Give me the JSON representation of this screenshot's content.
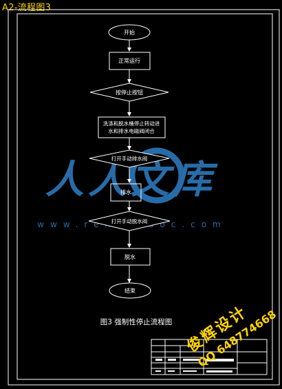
{
  "sheet_title": "A2-流程图3",
  "flow": {
    "start": "开始",
    "normal_run": "正常运行",
    "press_stop": "按停止按钮",
    "stop_step": "洗涤和脱水桶停止转动进水和排水电磁阀闭合",
    "open_drain": "打开手动排水阀",
    "drain": "排水",
    "open_spin": "打开手动脱水阀",
    "spin": "脱水",
    "end": "结束"
  },
  "caption": "图3 强制性停止流程图",
  "watermark": {
    "brand": "人人文库",
    "url": "www.renrendoc.com"
  },
  "stamp": {
    "line1": "俊辉设计",
    "line2": "QQ 648774668"
  },
  "colors": {
    "background": "#000000",
    "line": "#ffffff",
    "title": "#ffd400",
    "stamp": "#ffd400",
    "watermark": "#2e7fc6"
  }
}
